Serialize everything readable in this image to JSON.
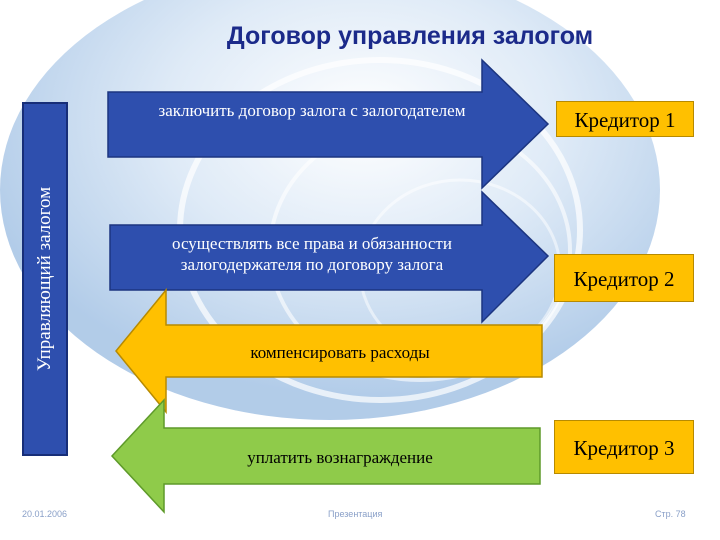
{
  "title": "Договор управления залогом",
  "manager_label": "Управляющий залогом",
  "arrows": [
    {
      "label": "заключить договор залога с залогодателем",
      "direction": "right",
      "color": "#2e4fae"
    },
    {
      "label_line1": "осуществлять все права и обязанности",
      "label_line2": "залогодержателя по договору залога",
      "direction": "right",
      "color": "#2e4fae"
    },
    {
      "label": "компенсировать расходы",
      "direction": "left",
      "color": "#ffc000"
    },
    {
      "label": "уплатить вознаграждение",
      "direction": "left",
      "color": "#8fcb4a"
    }
  ],
  "creditors": [
    {
      "label": "Кредитор 1"
    },
    {
      "label": "Кредитор 2"
    },
    {
      "label": "Кредитор 3"
    }
  ],
  "footer": {
    "date": "20.01.2006",
    "center": "Презентация",
    "page": "Стр. 78"
  },
  "colors": {
    "title": "#1b2a8a",
    "blue": "#2e4fae",
    "yellow": "#ffc000",
    "green": "#8fcb4a"
  }
}
